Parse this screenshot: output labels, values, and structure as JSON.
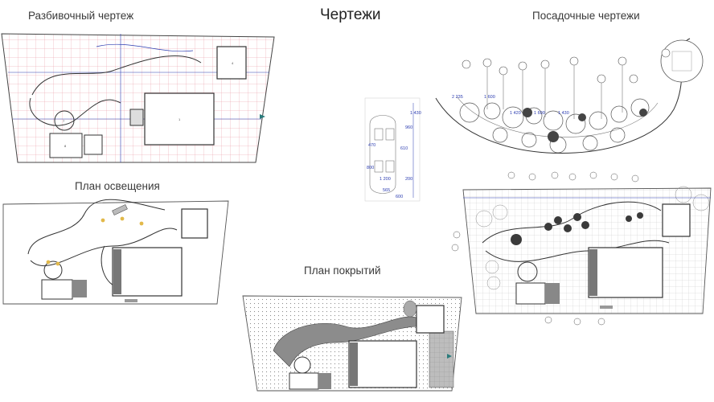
{
  "page": {
    "title": "Чертежи"
  },
  "sheets": {
    "layout_drawing": {
      "label": "Разбивочный чертеж"
    },
    "planting_drawings": {
      "label": "Посадочные чертежи"
    },
    "lighting_plan": {
      "label": "План освещения"
    },
    "coverage_plan": {
      "label": "План покрытий"
    }
  },
  "detail_dimensions": [
    "470",
    "800",
    "1 200",
    "610",
    "565",
    "600",
    "960",
    "200",
    "1 430"
  ],
  "planting_dimensions": [
    "2 235",
    "1 600",
    "1 420",
    "1 600",
    "1 430"
  ],
  "colors": {
    "grid_red": "#e05a6a",
    "dim_blue": "#2a3bb0",
    "paving_gray": "#8a8a8a",
    "lawn_green": "#a8c7a0",
    "lamp_yellow": "#e2b94a"
  }
}
